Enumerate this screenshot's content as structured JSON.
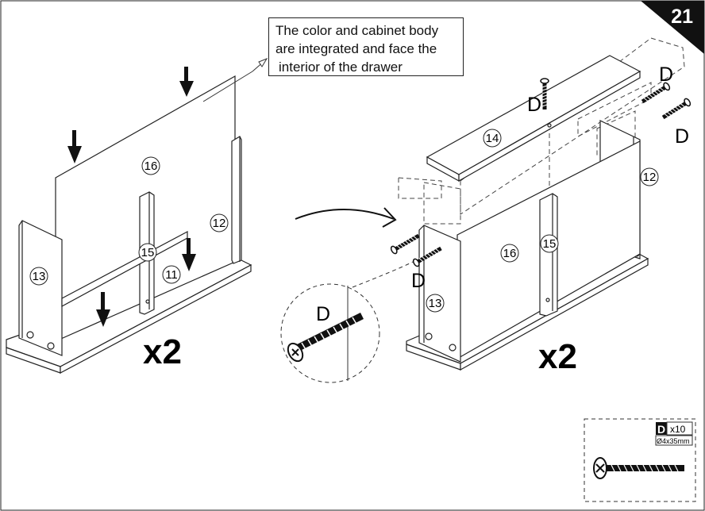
{
  "step_number": "21",
  "note": {
    "line1": "The color and cabinet body",
    "line2": "are integrated and face the",
    "line3": "interior of the drawer"
  },
  "left_assembly": {
    "parts": {
      "panel_16": "16",
      "rail_15": "15",
      "panel_12": "12",
      "panel_11": "11",
      "side_13": "13"
    },
    "multiplier": "x2"
  },
  "right_assembly": {
    "parts": {
      "panel_14": "14",
      "panel_12": "12",
      "panel_16": "16",
      "rail_15": "15",
      "side_13": "13"
    },
    "screw_labels": [
      "D",
      "D",
      "D",
      "D"
    ],
    "multiplier": "x2"
  },
  "detail": {
    "screw_label": "D"
  },
  "hardware": {
    "label": "D",
    "quantity": "x10",
    "size": "Ø4x35mm"
  },
  "icons": [
    "down-arrow-icon",
    "curved-arrow-icon",
    "screw-icon"
  ]
}
